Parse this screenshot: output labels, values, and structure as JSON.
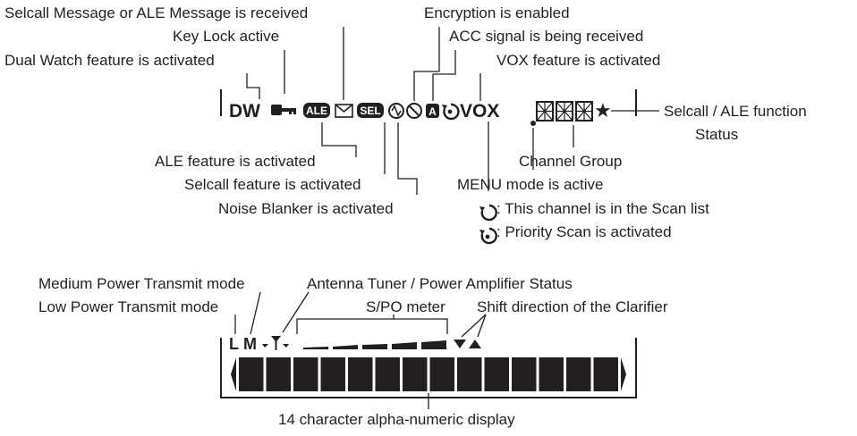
{
  "top_panel": {
    "labels": {
      "selcall_message": "Selcall Message or ALE Message is received",
      "key_lock": "Key Lock active",
      "dual_watch": "Dual Watch feature is activated",
      "encryption": "Encryption is enabled",
      "acc_signal": "ACC signal is being received",
      "vox": "VOX feature is activated",
      "selcall_ale_status_1": "Selcall / ALE function",
      "selcall_ale_status_2": "Status",
      "channel_group": "Channel Group",
      "menu_mode": "MENU mode is active",
      "ale_feature": "ALE feature is activated",
      "selcall_feature": "Selcall feature is activated",
      "noise_blanker": "Noise Blanker is activated",
      "scan_list": ": This channel is in the Scan list",
      "priority_scan": ": Priority Scan is activated"
    },
    "indicators": {
      "dw": "DW",
      "ale": "ALE",
      "sel": "SEL",
      "a": "A",
      "vox": "VOX",
      "star": "★"
    }
  },
  "bottom_panel": {
    "labels": {
      "medium_power": "Medium Power Transmit mode",
      "low_power": "Low Power Transmit mode",
      "antenna_tuner": "Antenna Tuner / Power Amplifier Status",
      "spo_meter": "S/PO meter",
      "clarifier": "Shift direction of the Clarifier",
      "alpha_display": "14 character alpha-numeric display"
    },
    "indicators": {
      "l": "L",
      "m": "M"
    },
    "character_count": 14
  }
}
